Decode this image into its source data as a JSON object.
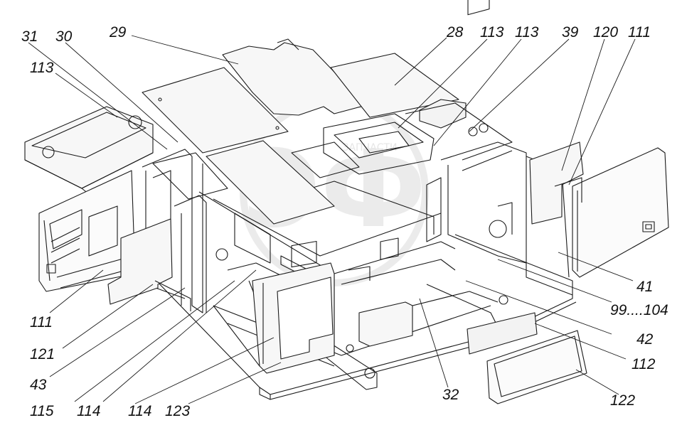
{
  "diagram": {
    "watermark": {
      "logo_letters": "ЭФ",
      "caption": "ЗАПЧАСТИ"
    },
    "colors": {
      "line": "#1a1a1a",
      "panel": "#f7f7f7",
      "shade": "#d9d9d9",
      "watermark": "#c8c8c8"
    },
    "callouts": [
      {
        "id": "c31",
        "label": "31"
      },
      {
        "id": "c30",
        "label": "30"
      },
      {
        "id": "c29",
        "label": "29"
      },
      {
        "id": "c28",
        "label": "28"
      },
      {
        "id": "c113a",
        "label": "113"
      },
      {
        "id": "c113b",
        "label": "113"
      },
      {
        "id": "c39",
        "label": "39"
      },
      {
        "id": "c120",
        "label": "120"
      },
      {
        "id": "c111a",
        "label": "111"
      },
      {
        "id": "c113c",
        "label": "113"
      },
      {
        "id": "c41",
        "label": "41"
      },
      {
        "id": "c99",
        "label": "99....104"
      },
      {
        "id": "c42",
        "label": "42"
      },
      {
        "id": "c112",
        "label": "112"
      },
      {
        "id": "c122",
        "label": "122"
      },
      {
        "id": "c111b",
        "label": "111"
      },
      {
        "id": "c121",
        "label": "121"
      },
      {
        "id": "c43",
        "label": "43"
      },
      {
        "id": "c115",
        "label": "115"
      },
      {
        "id": "c114a",
        "label": "114"
      },
      {
        "id": "c114b",
        "label": "114"
      },
      {
        "id": "c123",
        "label": "123"
      },
      {
        "id": "c32",
        "label": "32"
      }
    ]
  }
}
